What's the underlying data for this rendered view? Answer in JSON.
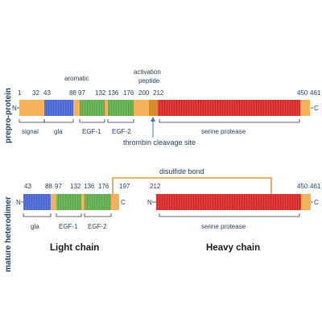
{
  "colors": {
    "signal": "#f5b25a",
    "linker": "#f5b25a",
    "gla": "#3f5fd3",
    "egf": "#5aa845",
    "activation": "#d98a2c",
    "protease": "#d42020",
    "bond": "#e39a36",
    "text": "#1f3b5a"
  },
  "labels": {
    "prepro": "prepro-protein",
    "mature": "mature heterodimer",
    "light_chain": "Light chain",
    "heavy_chain": "Heavy chain",
    "aromatic": "aromatic",
    "activation_peptide": "activation peptide",
    "activation_line1": "activation",
    "activation_line2": "peptide",
    "thrombin": "thrombin cleavage site",
    "disulfide": "disulfide bond",
    "n_term": "N",
    "c_term": "C"
  },
  "prepro": {
    "positions": [
      "1",
      "32",
      "43",
      "88",
      "97",
      "132",
      "136",
      "176",
      "200",
      "212",
      "450",
      "461"
    ],
    "domains": [
      "signal",
      "gla",
      "EGF-1",
      "EGF-2",
      "serine protease"
    ]
  },
  "mature": {
    "light_positions": [
      "43",
      "88",
      "97",
      "132",
      "136",
      "176",
      "197"
    ],
    "heavy_positions": [
      "212",
      "450",
      "461"
    ],
    "light_domains": [
      "gla",
      "EGF-1",
      "EGF-2"
    ],
    "heavy_domains": [
      "serine protease"
    ]
  }
}
